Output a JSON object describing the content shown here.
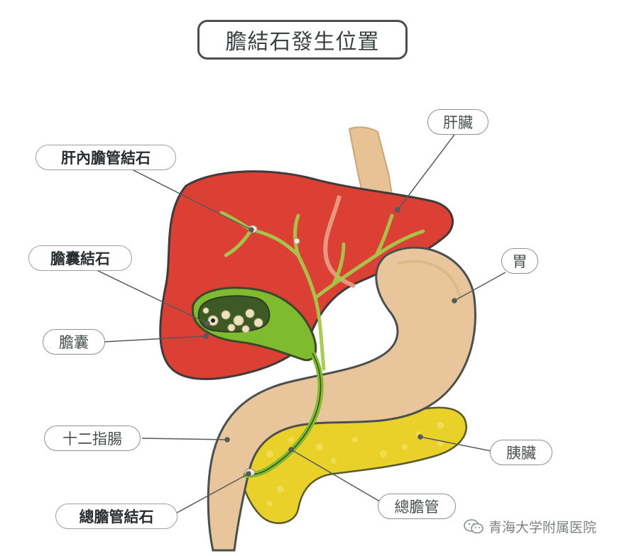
{
  "title": "膽結石發生位置",
  "labels": {
    "liver": "肝臟",
    "intrahepatic": "肝內膽管結石",
    "gallbladder_stones": "膽囊結石",
    "stomach": "胃",
    "gallbladder": "膽囊",
    "duodenum": "十二指腸",
    "pancreas": "胰臟",
    "common_duct_stone": "總膽管結石",
    "common_duct": "總膽管"
  },
  "watermark": "青海大学附属医院",
  "colors": {
    "liver": "#dc3f33",
    "liver_dark": "#b82e26",
    "stomach": "#e8c59a",
    "duct": "#8cc63f",
    "gallbladder": "#7fbb2e",
    "pancreas": "#ead12a",
    "outline": "#4a4f50"
  }
}
